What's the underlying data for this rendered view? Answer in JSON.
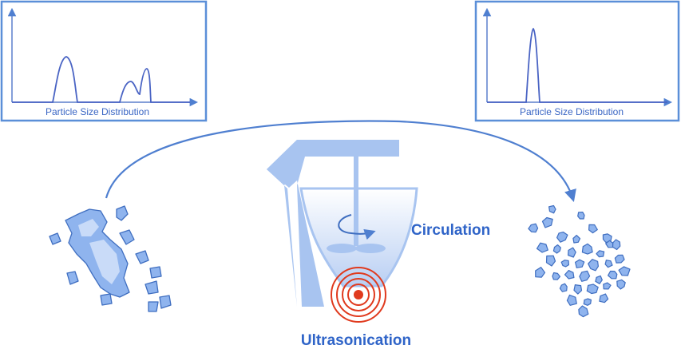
{
  "left_panel": {
    "axis_label": "Particle Size Distribution"
  },
  "right_panel": {
    "axis_label": "Particle Size Distribution"
  },
  "labels": {
    "circulation": "Circulation",
    "ultrasonication": "Ultrasonication"
  },
  "colors": {
    "frame": "#5b8fd8",
    "particle_fill": "#8fb4ee",
    "particle_stroke": "#3f6ec0",
    "vessel": "#a8c4f0",
    "liquid_top": "#ffffff",
    "liquid_bottom": "#b9cff3",
    "text_blue": "#2f64c8",
    "ultrasound_red": "#e03a1e"
  }
}
